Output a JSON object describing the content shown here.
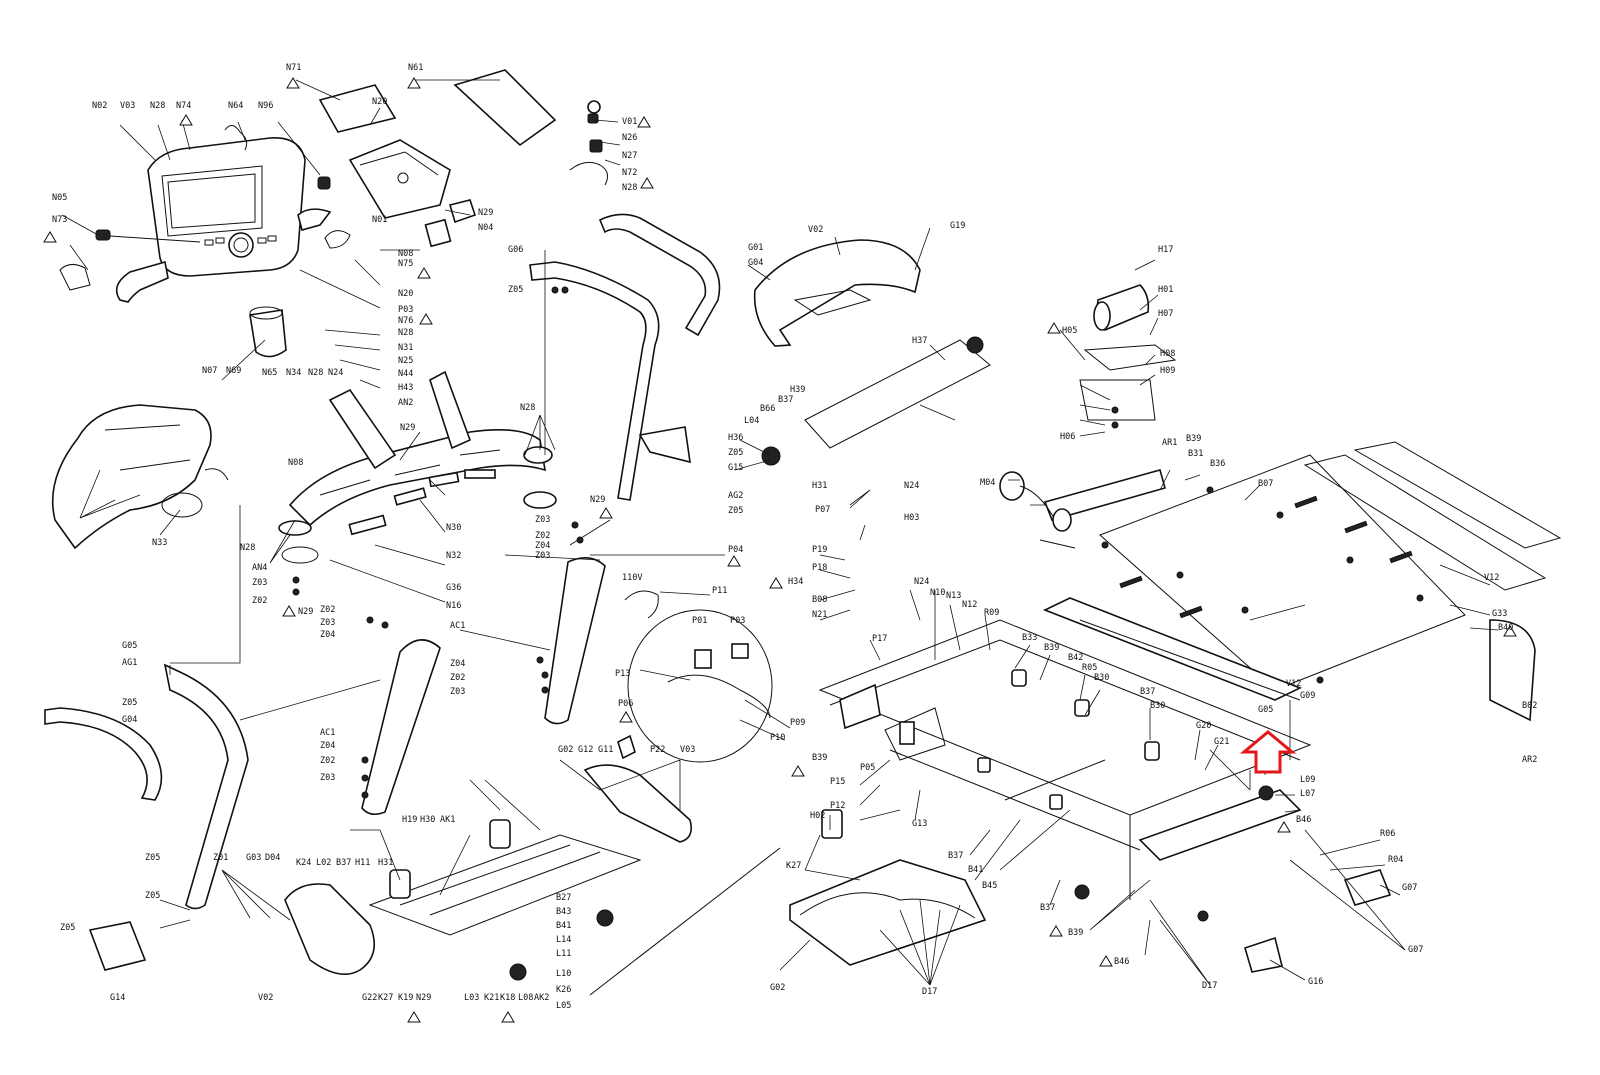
{
  "diagram": {
    "highlight_color": "#e3161b",
    "labels": [
      {
        "id": "N71",
        "text": "N71"
      },
      {
        "id": "N61",
        "text": "N61"
      },
      {
        "id": "N02",
        "text": "N02"
      },
      {
        "id": "V03a",
        "text": "V03"
      },
      {
        "id": "N28a",
        "text": "N28"
      },
      {
        "id": "N74",
        "text": "N74"
      },
      {
        "id": "N64",
        "text": "N64"
      },
      {
        "id": "N96",
        "text": "N96"
      },
      {
        "id": "N20a",
        "text": "N20"
      },
      {
        "id": "V01",
        "text": "V01"
      },
      {
        "id": "N26",
        "text": "N26"
      },
      {
        "id": "N27",
        "text": "N27"
      },
      {
        "id": "N72",
        "text": "N72"
      },
      {
        "id": "N28b",
        "text": "N28"
      },
      {
        "id": "N29a",
        "text": "N29"
      },
      {
        "id": "N04",
        "text": "N04"
      },
      {
        "id": "N05",
        "text": "N05"
      },
      {
        "id": "N73",
        "text": "N73"
      },
      {
        "id": "N01",
        "text": "N01"
      },
      {
        "id": "N08a",
        "text": "N08"
      },
      {
        "id": "N75",
        "text": "N75"
      },
      {
        "id": "N20b",
        "text": "N20"
      },
      {
        "id": "P03",
        "text": "P03"
      },
      {
        "id": "N76",
        "text": "N76"
      },
      {
        "id": "N28c",
        "text": "N28"
      },
      {
        "id": "N31",
        "text": "N31"
      },
      {
        "id": "N25",
        "text": "N25"
      },
      {
        "id": "N44",
        "text": "N44"
      },
      {
        "id": "H43",
        "text": "H43"
      },
      {
        "id": "AN2",
        "text": "AN2"
      },
      {
        "id": "N07",
        "text": "N07"
      },
      {
        "id": "N69",
        "text": "N69"
      },
      {
        "id": "N65",
        "text": "N65"
      },
      {
        "id": "N34",
        "text": "N34"
      },
      {
        "id": "N28d",
        "text": "N28"
      },
      {
        "id": "N24",
        "text": "N24"
      },
      {
        "id": "N08b",
        "text": "N08"
      },
      {
        "id": "N28e",
        "text": "N28"
      },
      {
        "id": "N29b",
        "text": "N29"
      },
      {
        "id": "N33",
        "text": "N33"
      },
      {
        "id": "N28f",
        "text": "N28"
      },
      {
        "id": "AN4",
        "text": "AN4"
      },
      {
        "id": "Z03a",
        "text": "Z03"
      },
      {
        "id": "Z02a",
        "text": "Z02"
      },
      {
        "id": "N29c",
        "text": "N29"
      },
      {
        "id": "N30",
        "text": "N30"
      },
      {
        "id": "N32",
        "text": "N32"
      },
      {
        "id": "G36",
        "text": "G36"
      },
      {
        "id": "N16",
        "text": "N16"
      },
      {
        "id": "Z02b",
        "text": "Z02"
      },
      {
        "id": "Z03b",
        "text": "Z03"
      },
      {
        "id": "Z04a",
        "text": "Z04"
      },
      {
        "id": "G06",
        "text": "G06"
      },
      {
        "id": "Z05a",
        "text": "Z05"
      },
      {
        "id": "N29d",
        "text": "N29"
      },
      {
        "id": "Z03c",
        "text": "Z03"
      },
      {
        "id": "Z02c",
        "text": "Z02"
      },
      {
        "id": "Z03d",
        "text": "Z03"
      },
      {
        "id": "Z04b",
        "text": "Z04"
      },
      {
        "id": "AG2",
        "text": "AG2"
      },
      {
        "id": "Z05b",
        "text": "Z05"
      },
      {
        "id": "AC1a",
        "text": "AC1"
      },
      {
        "id": "Z04c",
        "text": "Z04"
      },
      {
        "id": "Z02d",
        "text": "Z02"
      },
      {
        "id": "Z03e",
        "text": "Z03"
      },
      {
        "id": "G05",
        "text": "G05"
      },
      {
        "id": "AG1",
        "text": "AG1"
      },
      {
        "id": "Z05c",
        "text": "Z05"
      },
      {
        "id": "G04a",
        "text": "G04"
      },
      {
        "id": "AC1b",
        "text": "AC1"
      },
      {
        "id": "Z04d",
        "text": "Z04"
      },
      {
        "id": "Z02e",
        "text": "Z02"
      },
      {
        "id": "Z03f",
        "text": "Z03"
      },
      {
        "id": "Z05d",
        "text": "Z05"
      },
      {
        "id": "Z05e",
        "text": "Z05"
      },
      {
        "id": "Z05f",
        "text": "Z05"
      },
      {
        "id": "G14",
        "text": "G14"
      },
      {
        "id": "Z01",
        "text": "Z01"
      },
      {
        "id": "G03",
        "text": "G03"
      },
      {
        "id": "D04",
        "text": "D04"
      },
      {
        "id": "V02",
        "text": "V02"
      },
      {
        "id": "G01",
        "text": "G01"
      },
      {
        "id": "G04b",
        "text": "G04"
      },
      {
        "id": "G19",
        "text": "G19"
      },
      {
        "id": "P04",
        "text": "P04"
      },
      {
        "id": "P11",
        "text": "P11"
      },
      {
        "id": "V110",
        "text": "110V"
      },
      {
        "id": "P01",
        "text": "P01"
      },
      {
        "id": "P03b",
        "text": "P03"
      },
      {
        "id": "P13",
        "text": "P13"
      },
      {
        "id": "P06",
        "text": "P06"
      },
      {
        "id": "P09",
        "text": "P09"
      },
      {
        "id": "P10",
        "text": "P10"
      },
      {
        "id": "G02",
        "text": "G02"
      },
      {
        "id": "G12",
        "text": "G12"
      },
      {
        "id": "G11",
        "text": "G11"
      },
      {
        "id": "P22",
        "text": "P22"
      },
      {
        "id": "V03b",
        "text": "V03"
      },
      {
        "id": "H37",
        "text": "H37"
      },
      {
        "id": "H36",
        "text": "H36"
      },
      {
        "id": "B66",
        "text": "B66"
      },
      {
        "id": "L04",
        "text": "L04"
      },
      {
        "id": "B37a",
        "text": "B37"
      },
      {
        "id": "H39",
        "text": "H39"
      },
      {
        "id": "Z05g",
        "text": "Z05"
      },
      {
        "id": "G15",
        "text": "G15"
      },
      {
        "id": "H31",
        "text": "H31"
      },
      {
        "id": "H17",
        "text": "H17"
      },
      {
        "id": "H01",
        "text": "H01"
      },
      {
        "id": "H07",
        "text": "H07"
      },
      {
        "id": "H05",
        "text": "H05"
      },
      {
        "id": "H08",
        "text": "H08"
      },
      {
        "id": "H09",
        "text": "H09"
      },
      {
        "id": "H06",
        "text": "H06"
      },
      {
        "id": "AR1",
        "text": "AR1"
      },
      {
        "id": "B39a",
        "text": "B39"
      },
      {
        "id": "B31",
        "text": "B31"
      },
      {
        "id": "B36",
        "text": "B36"
      },
      {
        "id": "B07",
        "text": "B07"
      },
      {
        "id": "M04",
        "text": "M04"
      },
      {
        "id": "P07",
        "text": "P07"
      },
      {
        "id": "N24b",
        "text": "N24"
      },
      {
        "id": "H03",
        "text": "H03"
      },
      {
        "id": "P19",
        "text": "P19"
      },
      {
        "id": "P18",
        "text": "P18"
      },
      {
        "id": "H34",
        "text": "H34"
      },
      {
        "id": "B08",
        "text": "B08"
      },
      {
        "id": "N21",
        "text": "N21"
      },
      {
        "id": "P17",
        "text": "P17"
      },
      {
        "id": "N24c",
        "text": "N24"
      },
      {
        "id": "N10",
        "text": "N10"
      },
      {
        "id": "N13",
        "text": "N13"
      },
      {
        "id": "N12",
        "text": "N12"
      },
      {
        "id": "R09",
        "text": "R09"
      },
      {
        "id": "B33",
        "text": "B33"
      },
      {
        "id": "B39b",
        "text": "B39"
      },
      {
        "id": "B42",
        "text": "B42"
      },
      {
        "id": "R05",
        "text": "R05"
      },
      {
        "id": "B30",
        "text": "B30"
      },
      {
        "id": "B37b",
        "text": "B37"
      },
      {
        "id": "B30b",
        "text": "B30"
      },
      {
        "id": "G20",
        "text": "G20"
      },
      {
        "id": "G21",
        "text": "G21"
      },
      {
        "id": "G05b",
        "text": "G05"
      },
      {
        "id": "V12a",
        "text": "V12"
      },
      {
        "id": "V12b",
        "text": "V12"
      },
      {
        "id": "G09",
        "text": "G09"
      },
      {
        "id": "G33",
        "text": "G33"
      },
      {
        "id": "B40",
        "text": "B40"
      },
      {
        "id": "B02",
        "text": "B02"
      },
      {
        "id": "AR2",
        "text": "AR2"
      },
      {
        "id": "L09",
        "text": "L09"
      },
      {
        "id": "L07",
        "text": "L07"
      },
      {
        "id": "B46",
        "text": "B46"
      },
      {
        "id": "R06",
        "text": "R06"
      },
      {
        "id": "R04",
        "text": "R04"
      },
      {
        "id": "G07a",
        "text": "G07"
      },
      {
        "id": "G07b",
        "text": "G07"
      },
      {
        "id": "G16",
        "text": "G16"
      },
      {
        "id": "D17a",
        "text": "D17"
      },
      {
        "id": "B46b",
        "text": "B46"
      },
      {
        "id": "B39c",
        "text": "B39"
      },
      {
        "id": "B37c",
        "text": "B37"
      },
      {
        "id": "B41",
        "text": "B41"
      },
      {
        "id": "B45",
        "text": "B45"
      },
      {
        "id": "B37d",
        "text": "B37"
      },
      {
        "id": "G13",
        "text": "G13"
      },
      {
        "id": "P15",
        "text": "P15"
      },
      {
        "id": "P12",
        "text": "P12"
      },
      {
        "id": "P05",
        "text": "P05"
      },
      {
        "id": "B39d",
        "text": "B39"
      },
      {
        "id": "H02",
        "text": "H02"
      },
      {
        "id": "K27a",
        "text": "K27"
      },
      {
        "id": "G02b",
        "text": "G02"
      },
      {
        "id": "D17b",
        "text": "D17"
      },
      {
        "id": "H19",
        "text": "H19"
      },
      {
        "id": "H30",
        "text": "H30"
      },
      {
        "id": "AK1",
        "text": "AK1"
      },
      {
        "id": "K24",
        "text": "K24"
      },
      {
        "id": "L02",
        "text": "L02"
      },
      {
        "id": "B37e",
        "text": "B37"
      },
      {
        "id": "H11",
        "text": "H11"
      },
      {
        "id": "H31b",
        "text": "H31"
      },
      {
        "id": "B27",
        "text": "B27"
      },
      {
        "id": "B43",
        "text": "B43"
      },
      {
        "id": "B41b",
        "text": "B41"
      },
      {
        "id": "L14",
        "text": "L14"
      },
      {
        "id": "L11",
        "text": "L11"
      },
      {
        "id": "L10",
        "text": "L10"
      },
      {
        "id": "L03",
        "text": "L03"
      },
      {
        "id": "K21",
        "text": "K21"
      },
      {
        "id": "K18",
        "text": "K18"
      },
      {
        "id": "L08",
        "text": "L08"
      },
      {
        "id": "AK2",
        "text": "AK2"
      },
      {
        "id": "K26",
        "text": "K26"
      },
      {
        "id": "N29e",
        "text": "N29"
      },
      {
        "id": "K27b",
        "text": "K27"
      },
      {
        "id": "K19",
        "text": "K19"
      },
      {
        "id": "G22",
        "text": "G22"
      },
      {
        "id": "L05",
        "text": "L05"
      },
      {
        "id": "V02b",
        "text": "V02"
      }
    ]
  }
}
